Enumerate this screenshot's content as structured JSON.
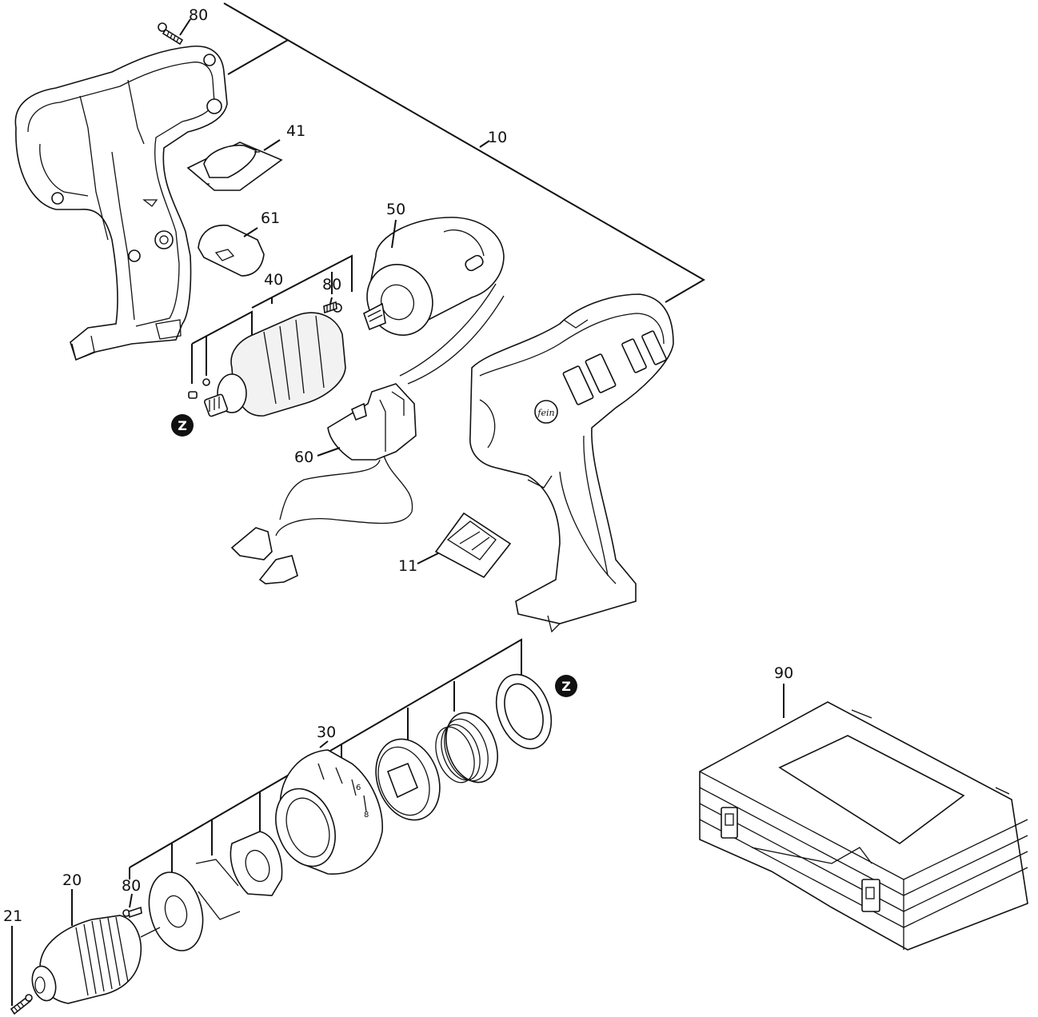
{
  "parts": {
    "p80_top": "80",
    "p10": "10",
    "p41": "41",
    "p50": "50",
    "p61": "61",
    "p40": "40",
    "p80_mid": "80",
    "p60": "60",
    "p11": "11",
    "p90": "90",
    "p30": "30",
    "p20": "20",
    "p80_bottom": "80",
    "p21": "21"
  },
  "markers": {
    "z_left": "Z",
    "z_right": "Z"
  },
  "logo": "fein"
}
